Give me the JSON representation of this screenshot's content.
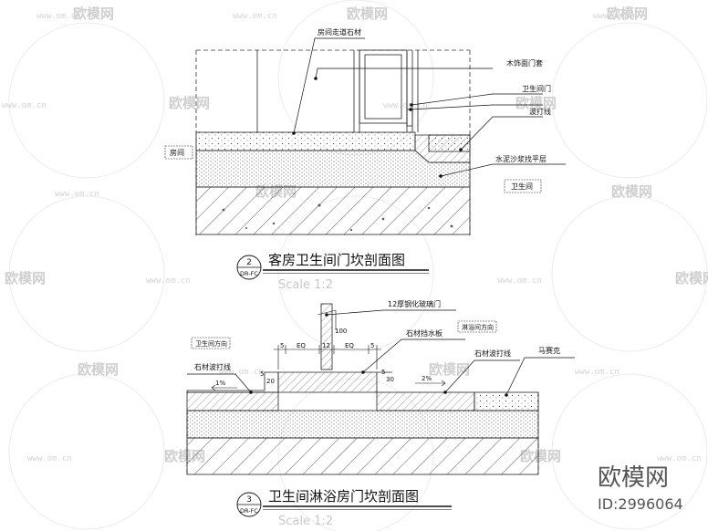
{
  "watermark": {
    "brand": "欧模网",
    "url": "www.om.cn"
  },
  "brand_corner": {
    "logo": "欧模网",
    "id": "ID:2996064"
  },
  "diagram_top": {
    "title": "客房卫生间门坎剖面图",
    "number": "2",
    "sheet": "DR-FC",
    "scale": "Scale  1:2",
    "labels": {
      "corridor_stone": "房间走道石材",
      "wood_frame": "木饰面门套",
      "bathroom_door": "卫生间门",
      "wave_line": "波打线",
      "cement_mortar": "水泥沙浆找平层",
      "room": "房间",
      "bathroom": "卫生间"
    }
  },
  "diagram_bottom": {
    "title": "卫生间淋浴房门坎剖面图",
    "number": "3",
    "sheet": "DR-FC",
    "scale": "Scale  1:2",
    "labels": {
      "glass_door": "12厚钢化玻璃门",
      "dim_100": "100",
      "dim_5a": "5",
      "eq_a": "EQ",
      "dim_12": "12",
      "eq_b": "EQ",
      "dim_5b": "5",
      "water_stop": "石材挡水板",
      "shower_dir": "淋浴间方向",
      "bath_dir": "卫生间方向",
      "stone_wave_left": "石材波打线",
      "stone_wave_right": "石材波打线",
      "mosaic": "马赛克",
      "slope_left": "1%",
      "slope_right": "2%",
      "dim_20": "20",
      "dim_5c": "5",
      "dim_30": "30",
      "dim_5d": "5"
    }
  }
}
